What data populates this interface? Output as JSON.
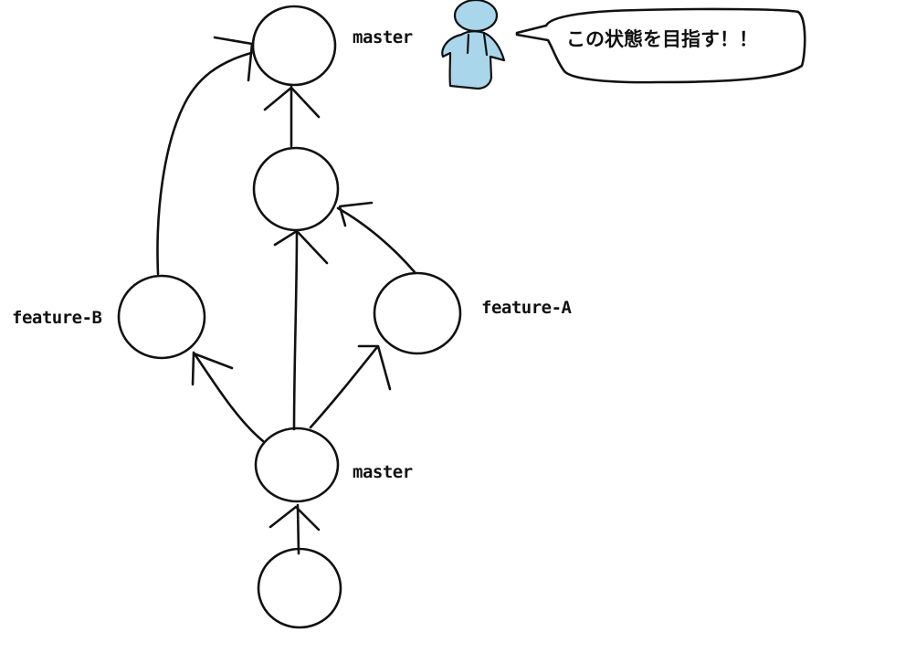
{
  "labels": {
    "master_top": "master",
    "master_bottom": "master",
    "feature_a": "feature-A",
    "feature_b": "feature-B"
  },
  "speech": "この状態を目指す！！",
  "colors": {
    "stroke": "#111111",
    "person_fill": "#a9d6ea",
    "background": "#ffffff"
  },
  "icons": [
    "person-icon",
    "speech-bubble-icon"
  ]
}
